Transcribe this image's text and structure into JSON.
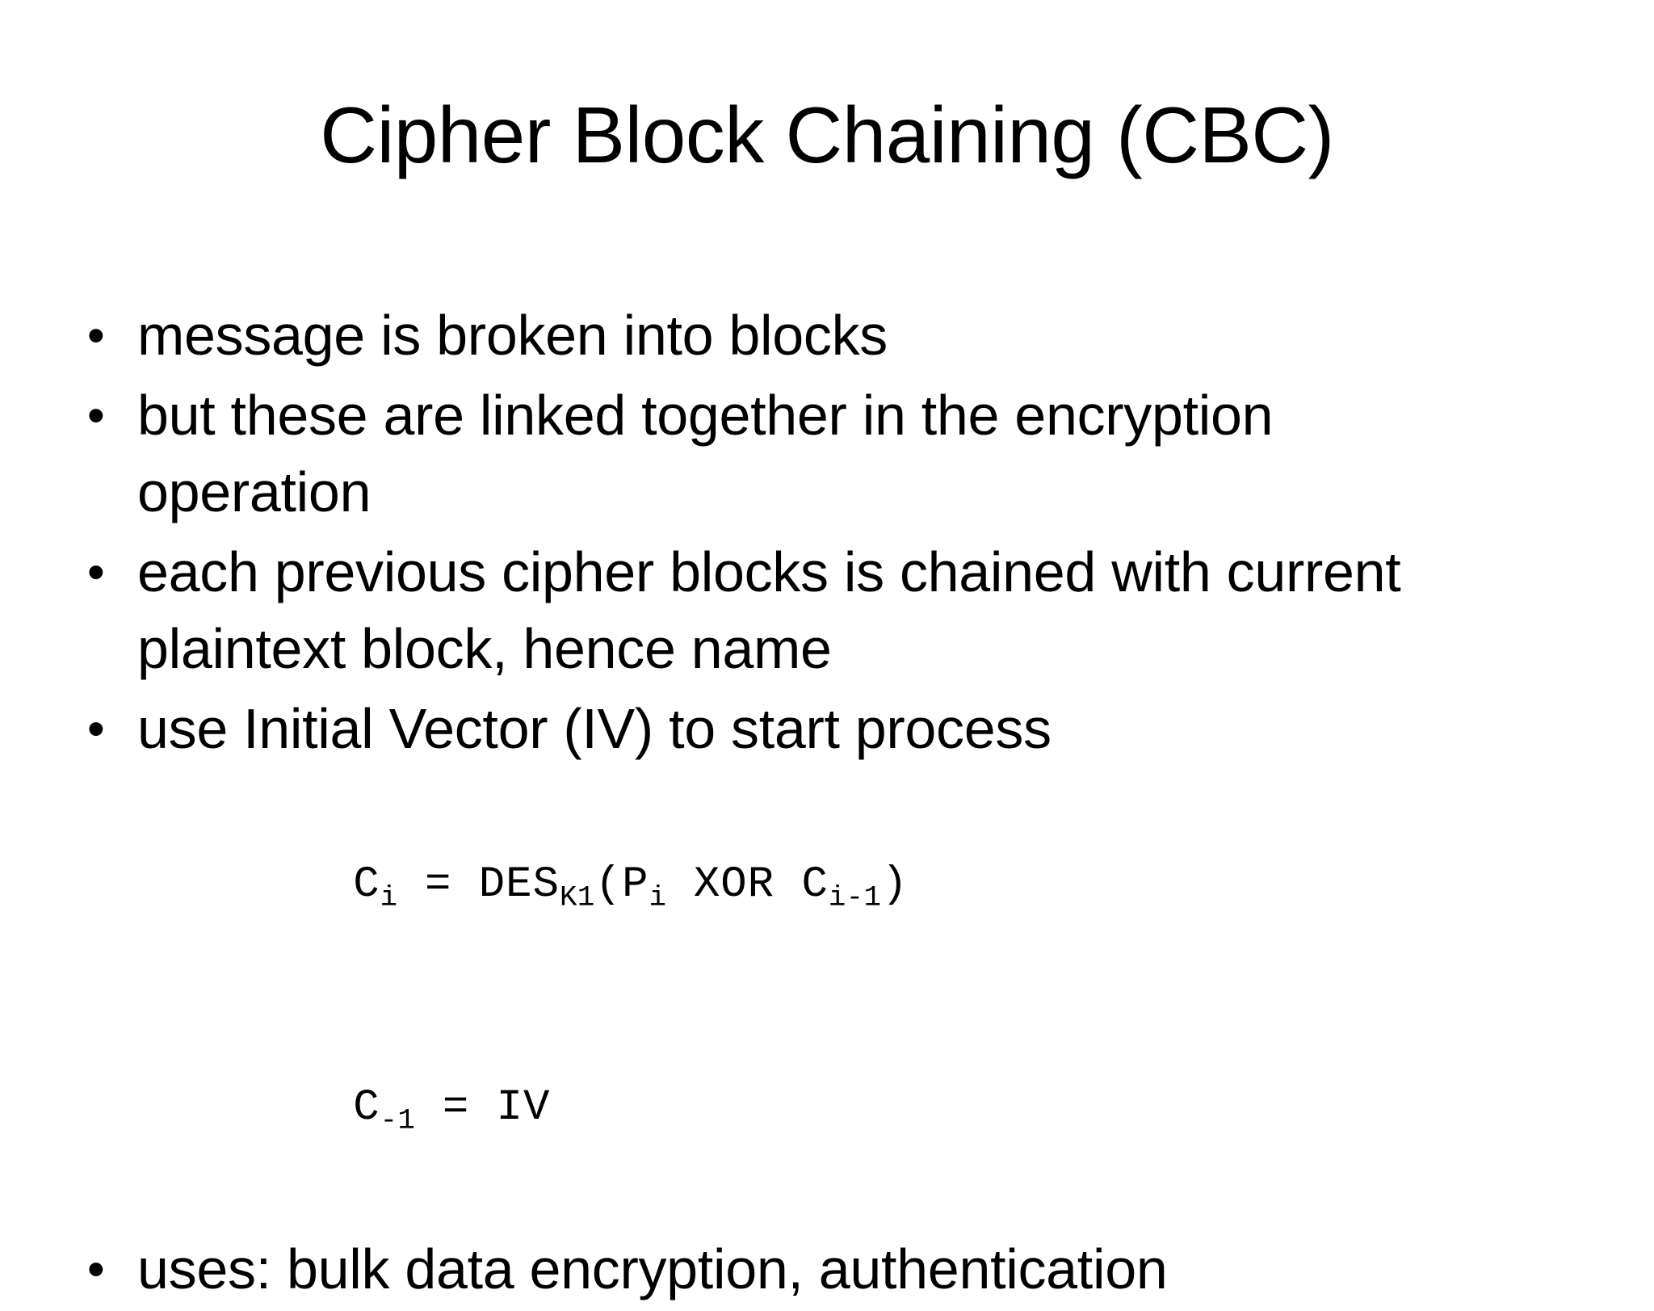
{
  "slide": {
    "title": "Cipher Block Chaining (CBC)",
    "background_color": "#ffffff",
    "text_color": "#000000",
    "bullet_glyph": "•",
    "bullets": [
      {
        "text": "message is broken into blocks"
      },
      {
        "text": "but these are linked together in the encryption operation"
      },
      {
        "text": "each previous cipher blocks is chained with current plaintext block, hence name"
      },
      {
        "text": "use Initial Vector (IV) to start process"
      },
      {
        "text": "uses: bulk data encryption, authentication"
      }
    ],
    "formulas": [
      {
        "plain": "Ci = DESK1(Pi XOR Ci-1)",
        "parts": {
          "p1": "C",
          "sub1": "i",
          "p2": " = DES",
          "sub2": "K1",
          "p3": "(P",
          "sub3": "i",
          "p4": " XOR C",
          "sub4": "i-1",
          "p5": ")"
        }
      },
      {
        "plain": "C-1 = IV",
        "parts": {
          "p1": "C",
          "sub1": "-1",
          "p2": " = IV"
        }
      }
    ]
  }
}
